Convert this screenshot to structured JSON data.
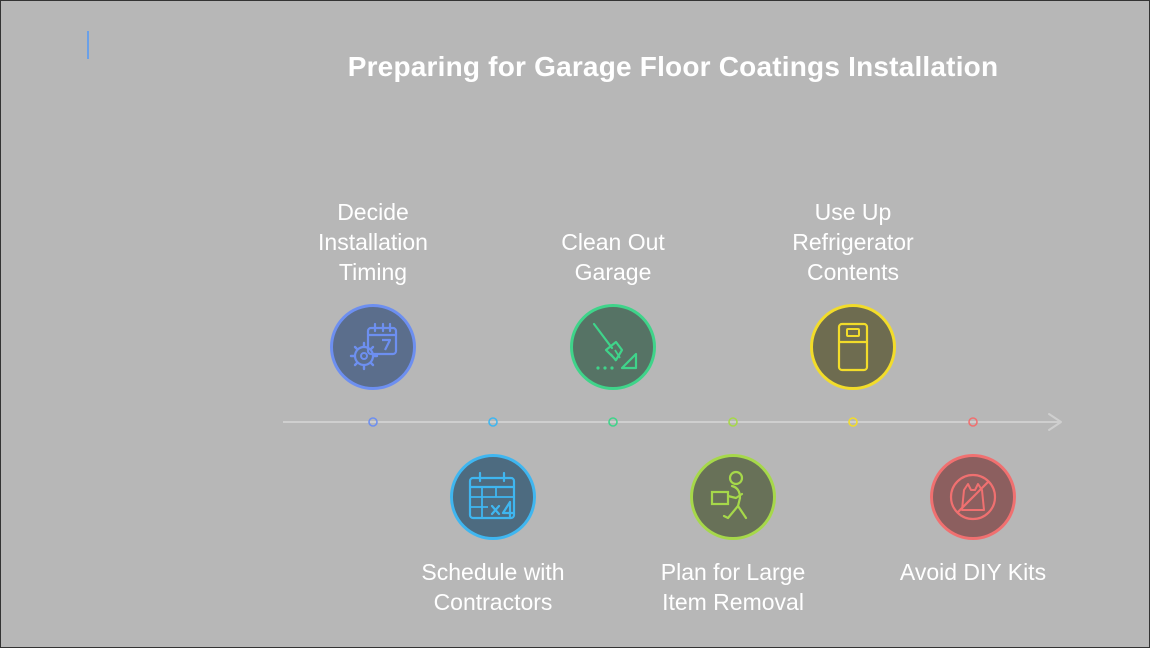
{
  "title": "Preparing for Garage Floor Coatings Installation",
  "steps": [
    {
      "label": "Decide\nInstallation\nTiming",
      "position": "top",
      "color": "#6d8ff0",
      "fill": "#5b6e8c",
      "icon": "calendar-gear-icon"
    },
    {
      "label": "Schedule with\nContractors",
      "position": "bottom",
      "color": "#3fb6f0",
      "fill": "#4d6b80",
      "icon": "calendar-times-four-icon"
    },
    {
      "label": "Clean Out\nGarage",
      "position": "top",
      "color": "#3fd48a",
      "fill": "#567365",
      "icon": "broom-icon"
    },
    {
      "label": "Plan for Large\nItem Removal",
      "position": "bottom",
      "color": "#a6d84a",
      "fill": "#687158",
      "icon": "person-carrying-box-icon"
    },
    {
      "label": "Use Up\nRefrigerator\nContents",
      "position": "top",
      "color": "#f2dc2a",
      "fill": "#6e6c50",
      "icon": "refrigerator-icon"
    },
    {
      "label": "Avoid DIY Kits",
      "position": "bottom",
      "color": "#f07070",
      "fill": "#8c5f5f",
      "icon": "no-plastic-bag-icon"
    }
  ],
  "colors": {
    "background": "#b7b7b7",
    "timeline": "#cfcfcf",
    "text": "#ffffff",
    "accent_mark": "#6aa0e8"
  }
}
